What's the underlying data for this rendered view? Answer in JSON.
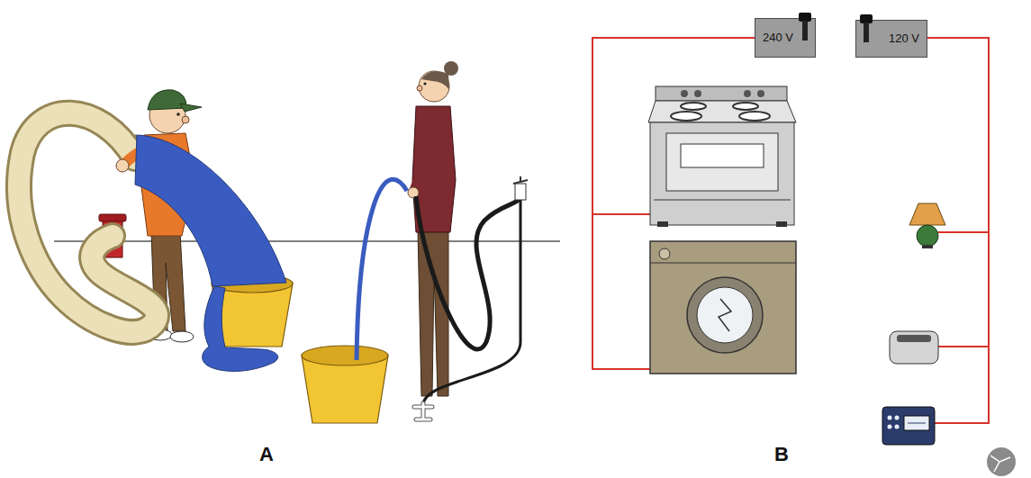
{
  "diagram": {
    "nodes": [
      {
        "text": [
          "240 V"
        ]
      },
      {
        "text": [
          "120 V"
        ]
      }
    ],
    "labels": [
      "A",
      "B"
    ]
  }
}
